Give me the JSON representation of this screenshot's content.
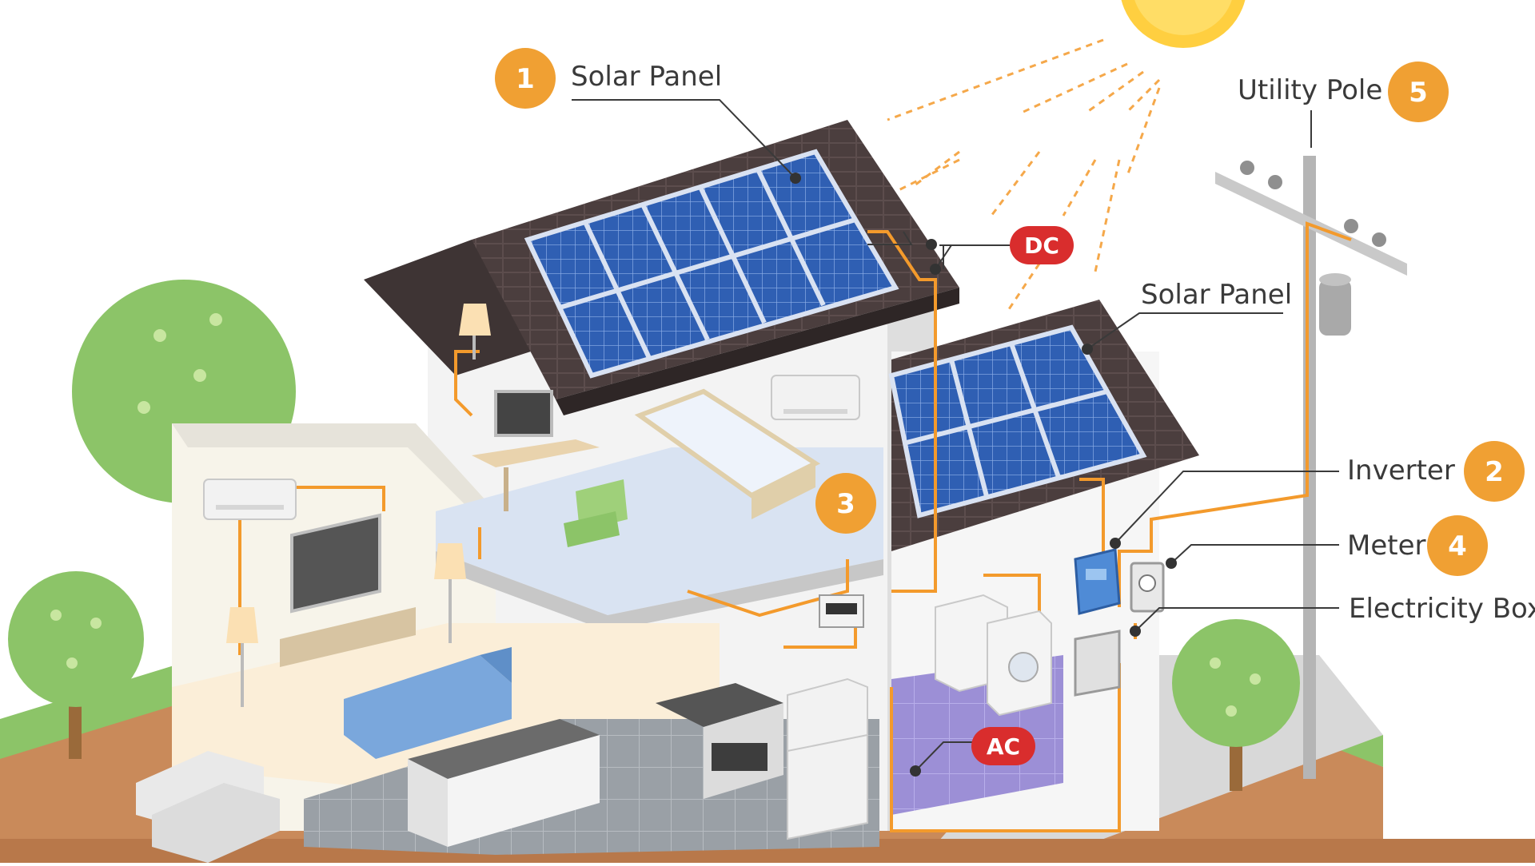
{
  "diagram": {
    "callouts": {
      "solar_panel_main": {
        "number": "1",
        "label": "Solar Panel"
      },
      "utility_pole": {
        "number": "5",
        "label": "Utility Pole"
      },
      "solar_panel_secondary": {
        "label": "Solar Panel"
      },
      "inverter": {
        "number": "2",
        "label": "Inverter"
      },
      "meter": {
        "number": "4",
        "label": "Meter"
      },
      "electricity_box": {
        "label": "Electricity Box"
      },
      "home_interior": {
        "number": "3"
      }
    },
    "current_tags": {
      "dc": "DC",
      "ac": "AC"
    },
    "colors": {
      "badge": "#f0a033",
      "current_tag": "#d92d2d",
      "wire": "#f39a2c",
      "roof": "#4b3e3e",
      "panel": "#2f5fb3",
      "grass": "#8cc468",
      "soil": "#c98a5a",
      "sun": "#ffcf40",
      "floor_living": "#fbeed8",
      "floor_utility": "#9c8fd6"
    },
    "icons": [
      "sun-icon",
      "tree-icon",
      "solar-panel-icon",
      "utility-pole-icon",
      "inverter-icon",
      "meter-icon",
      "electricity-box-icon",
      "tv-icon",
      "sofa-icon",
      "bed-icon",
      "air-conditioner-icon",
      "washing-machine-icon",
      "refrigerator-icon",
      "stove-icon",
      "lamp-icon",
      "chair-icon",
      "desk-monitor-icon"
    ]
  }
}
